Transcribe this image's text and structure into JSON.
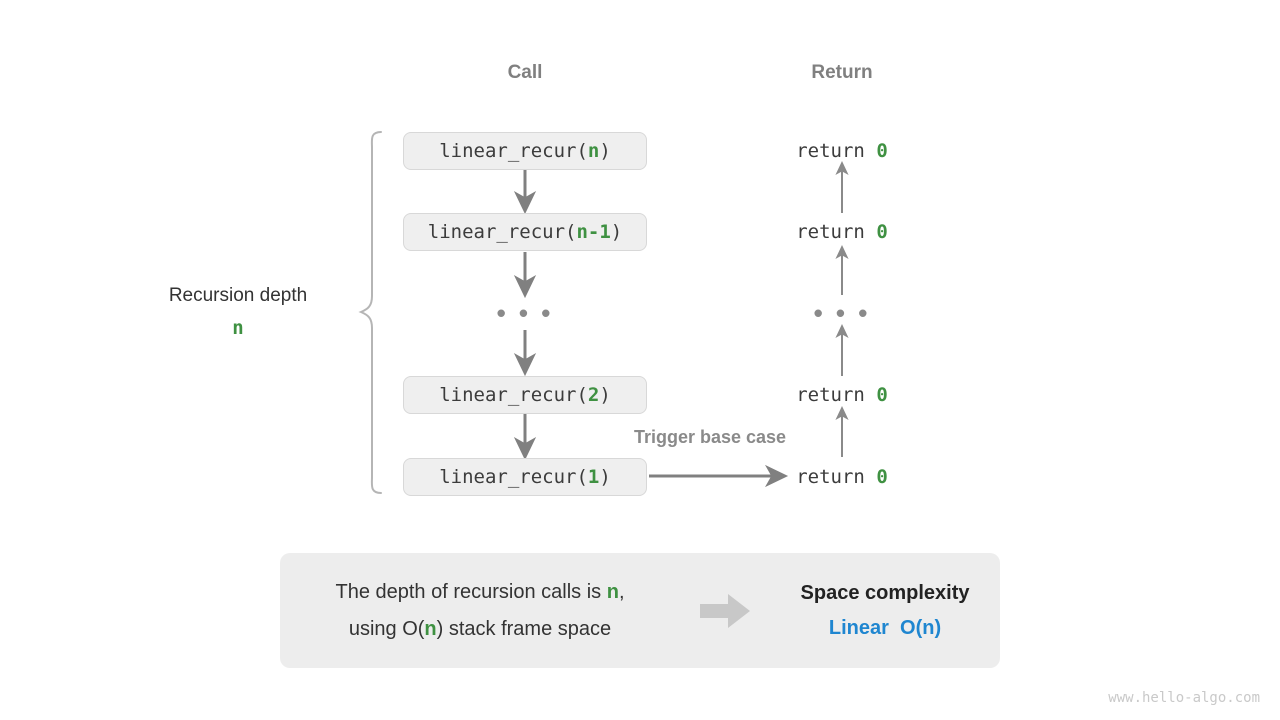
{
  "headers": {
    "call": "Call",
    "return": "Return"
  },
  "depth_annotation": {
    "label": "Recursion depth",
    "value": "n"
  },
  "call_stack": [
    {
      "prefix": "linear_recur(",
      "arg": "n",
      "suffix": ")"
    },
    {
      "prefix": "linear_recur(",
      "arg": "n-1",
      "suffix": ")"
    },
    {
      "ellipsis": "• • •"
    },
    {
      "prefix": "linear_recur(",
      "arg": "2",
      "suffix": ")"
    },
    {
      "prefix": "linear_recur(",
      "arg": "1",
      "suffix": ")"
    }
  ],
  "return_stack": [
    {
      "text": "return ",
      "value": "0"
    },
    {
      "text": "return ",
      "value": "0"
    },
    {
      "ellipsis": "• • •"
    },
    {
      "text": "return ",
      "value": "0"
    },
    {
      "text": "return ",
      "value": "0"
    }
  ],
  "trigger_note": "Trigger base case",
  "summary": {
    "line1_a": "The depth of recursion calls is ",
    "line1_n": "n",
    "line1_b": ",",
    "line2_a": "using O(",
    "line2_n": "n",
    "line2_b": ") stack frame space",
    "arrow_icon": "right-block-arrow",
    "title": "Space complexity",
    "value": "Linear  O(n)"
  },
  "watermark": "www.hello-algo.com",
  "colors": {
    "accent_green": "#3f9142",
    "accent_blue": "#1f86d0",
    "arrow_gray": "#808080",
    "box_fill": "#efefef",
    "panel_fill": "#ededed"
  }
}
